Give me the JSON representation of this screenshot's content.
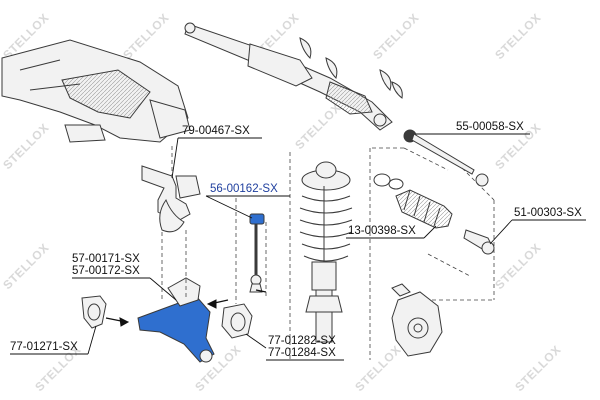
{
  "watermark": {
    "text": "STELLOX"
  },
  "colors": {
    "outline": "#3a3a3a",
    "part_fill": "#f2f2f2",
    "highlight_fill": "#2f6fcf",
    "highlight_label": "#1f3f9e",
    "leader": "#111111",
    "dashed": "#444444",
    "watermark": "#d9d9d9"
  },
  "callouts": [
    {
      "id": "79-00467-SX",
      "label": "79-00467-SX",
      "highlight": false
    },
    {
      "id": "56-00162-SX",
      "label": "56-00162-SX",
      "highlight": true
    },
    {
      "id": "55-00058-SX",
      "label": "55-00058-SX",
      "highlight": false
    },
    {
      "id": "51-00303-SX",
      "label": "51-00303-SX",
      "highlight": false
    },
    {
      "id": "13-00398-SX",
      "label": "13-00398-SX",
      "highlight": false
    },
    {
      "id": "57-00171-SX",
      "label": "57-00171-SX",
      "highlight": false
    },
    {
      "id": "57-00172-SX",
      "label": "57-00172-SX",
      "highlight": false
    },
    {
      "id": "77-01271-SX",
      "label": "77-01271-SX",
      "highlight": false
    },
    {
      "id": "77-01282-SX",
      "label": "77-01282-SX",
      "highlight": false
    },
    {
      "id": "77-01284-SX",
      "label": "77-01284-SX",
      "highlight": false
    }
  ]
}
